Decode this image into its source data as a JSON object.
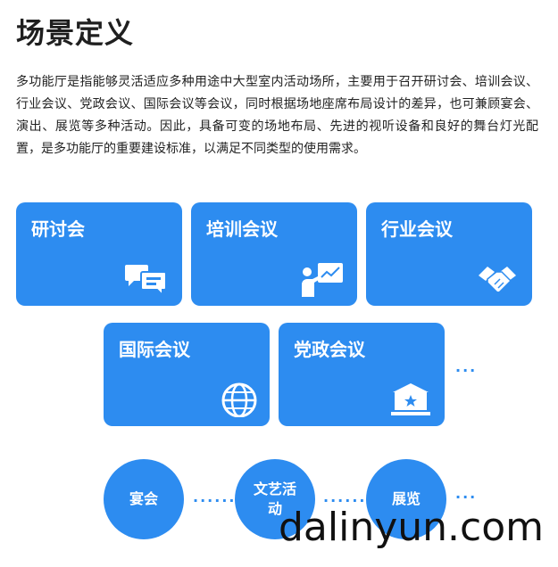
{
  "page": {
    "title": "场景定义",
    "intro": "多功能厅是指能够灵活适应多种用途中大型室内活动场所，主要用于召开研讨会、培训会议、行业会议、党政会议、国际会议等会议，同时根据场地座席布局设计的差异，也可兼顾宴会、演出、展览等多种活动。因此，具备可变的场地布局、先进的视听设备和良好的舞台灯光配置，是多功能厅的重要建设标准，以满足不同类型的使用需求。"
  },
  "cards": [
    {
      "label": "研讨会",
      "icon": "chat-bubbles-icon"
    },
    {
      "label": "培训会议",
      "icon": "presentation-icon"
    },
    {
      "label": "行业会议",
      "icon": "handshake-icon"
    },
    {
      "label": "国际会议",
      "icon": "globe-icon"
    },
    {
      "label": "党政会议",
      "icon": "government-building-icon"
    }
  ],
  "more_marker": "···",
  "activities": [
    {
      "label": "宴会"
    },
    {
      "label": "文艺活动"
    },
    {
      "label": "展览"
    }
  ],
  "connector": "······",
  "activities_more": "···",
  "watermark": "dalinyun.com",
  "colors": {
    "accent": "#2d8cf0",
    "text": "#222222",
    "background": "#ffffff"
  }
}
